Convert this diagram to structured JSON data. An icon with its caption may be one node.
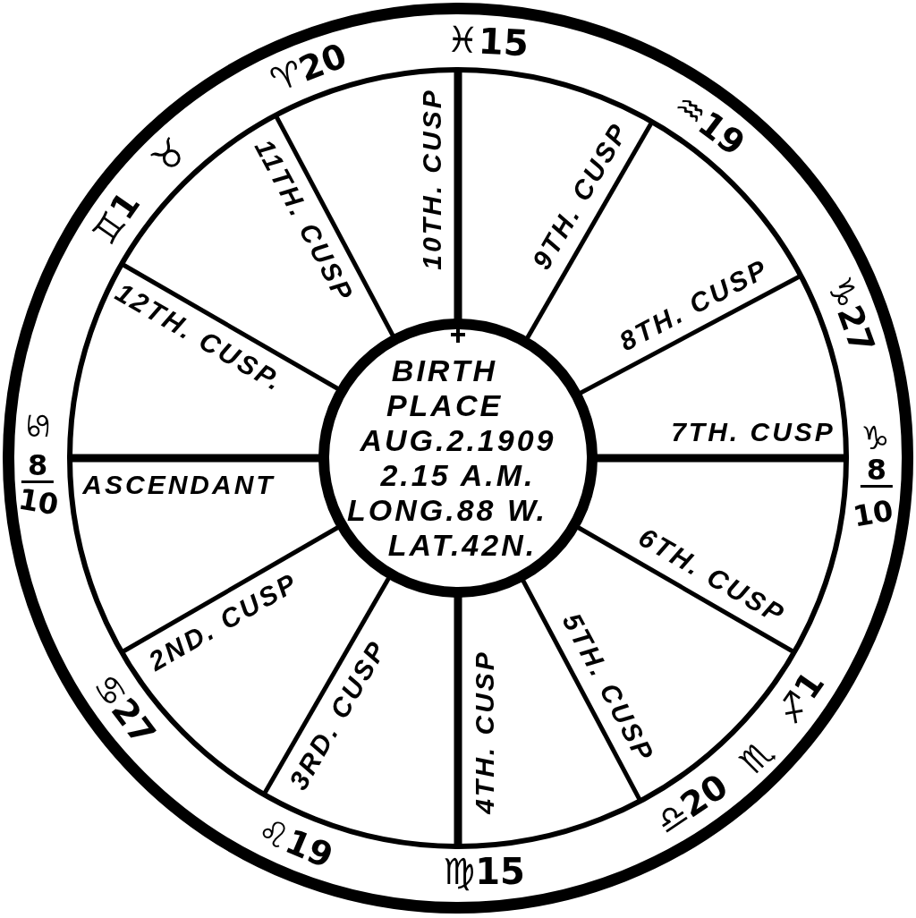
{
  "diagram": {
    "nodes": [
      {
        "text": [],
        "shape": "circle"
      },
      {
        "text": [],
        "shape": "circle",
        "in": 0
      },
      {
        "text": [
          "BIRTH PLACE",
          "AUG.2.1909",
          "2.15 A.M.",
          "LONG.88 W.",
          "LAT.42N."
        ],
        "in": 1
      }
    ],
    "edges": [
      {
        "from": 2,
        "to": 1,
        "arrow": "none",
        "label": "ASCENDANT",
        "style": "thick"
      },
      {
        "from": 2,
        "to": 1,
        "arrow": "none",
        "label": "2ND. CUSP"
      },
      {
        "from": 2,
        "to": 1,
        "arrow": "none",
        "label": "3RD. CUSP"
      },
      {
        "from": 2,
        "to": 1,
        "arrow": "none",
        "label": "4TH. CUSP",
        "style": "thick"
      },
      {
        "from": 2,
        "to": 1,
        "arrow": "none",
        "label": "5TH. CUSP"
      },
      {
        "from": 2,
        "to": 1,
        "arrow": "none",
        "label": "6TH. CUSP"
      },
      {
        "from": 2,
        "to": 1,
        "arrow": "none",
        "label": "7TH. CUSP",
        "style": "thick"
      },
      {
        "from": 2,
        "to": 1,
        "arrow": "none",
        "label": "8TH. CUSP"
      },
      {
        "from": 2,
        "to": 1,
        "arrow": "none",
        "label": "9TH. CUSP"
      },
      {
        "from": 2,
        "to": 1,
        "arrow": "other",
        "label": "10TH. CUSP",
        "style": "thick"
      },
      {
        "from": 2,
        "to": 1,
        "arrow": "none",
        "label": "11TH. CUSP"
      },
      {
        "from": 2,
        "to": 1,
        "arrow": "none",
        "label": "12TH. CUSP."
      }
    ],
    "labels": [
      "♓15",
      "♒19",
      "♑27",
      "♑",
      "8",
      "10",
      "♐1",
      "♏",
      "♎20",
      "♍15",
      "♌19",
      "♋27",
      "♋",
      "8",
      "10",
      "♊1",
      "♉",
      "♈20"
    ]
  }
}
